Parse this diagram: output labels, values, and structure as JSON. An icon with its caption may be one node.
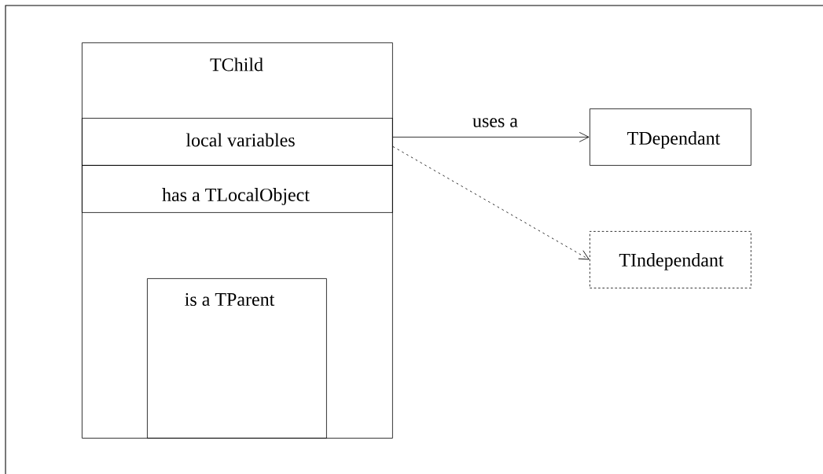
{
  "diagram": {
    "nodes": [
      {
        "text": [
          "TChild"
        ]
      },
      {
        "text": [
          "local variables"
        ],
        "in": 0
      },
      {
        "text": [
          "has a TLocalObject"
        ],
        "in": 0
      },
      {
        "text": [
          "is a TParent"
        ],
        "in": 0
      },
      {
        "text": [
          "TDependant"
        ]
      },
      {
        "text": [
          "TIndependant"
        ]
      }
    ],
    "edges": [
      {
        "from": 1,
        "to": 4,
        "arrow": "to",
        "label": "uses a"
      },
      {
        "from": 1,
        "to": 5,
        "arrow": "to",
        "style": "dashed"
      }
    ]
  }
}
